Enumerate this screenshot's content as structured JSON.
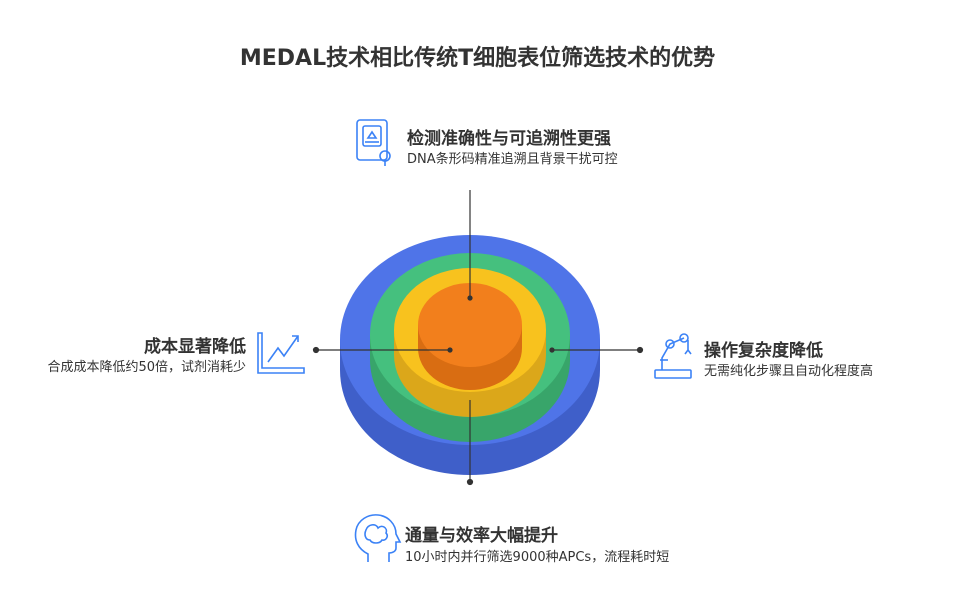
{
  "title": "MEDAL技术相比传统T细胞表位筛选技术的优势",
  "items": [
    {
      "heading": "检测准确性与可追溯性更强",
      "desc": "DNA条形码精准追溯且背景干扰可控",
      "icon": "document-barcode-icon"
    },
    {
      "heading": "成本显著降低",
      "desc": "合成成本降低约50倍，试剂消耗少",
      "icon": "chart-trend-icon"
    },
    {
      "heading": "操作复杂度降低",
      "desc": "无需纯化步骤且自动化程度高",
      "icon": "robot-arm-icon"
    },
    {
      "heading": "通量与效率大幅提升",
      "desc": "10小时内并行筛选9000种APCs，流程耗时短",
      "icon": "brain-head-icon"
    }
  ],
  "colors": {
    "blue": "#4f74e8",
    "green": "#45c07e",
    "yellow": "#f8c21e",
    "orange": "#f27f1c",
    "icon": "#3b82f6"
  }
}
